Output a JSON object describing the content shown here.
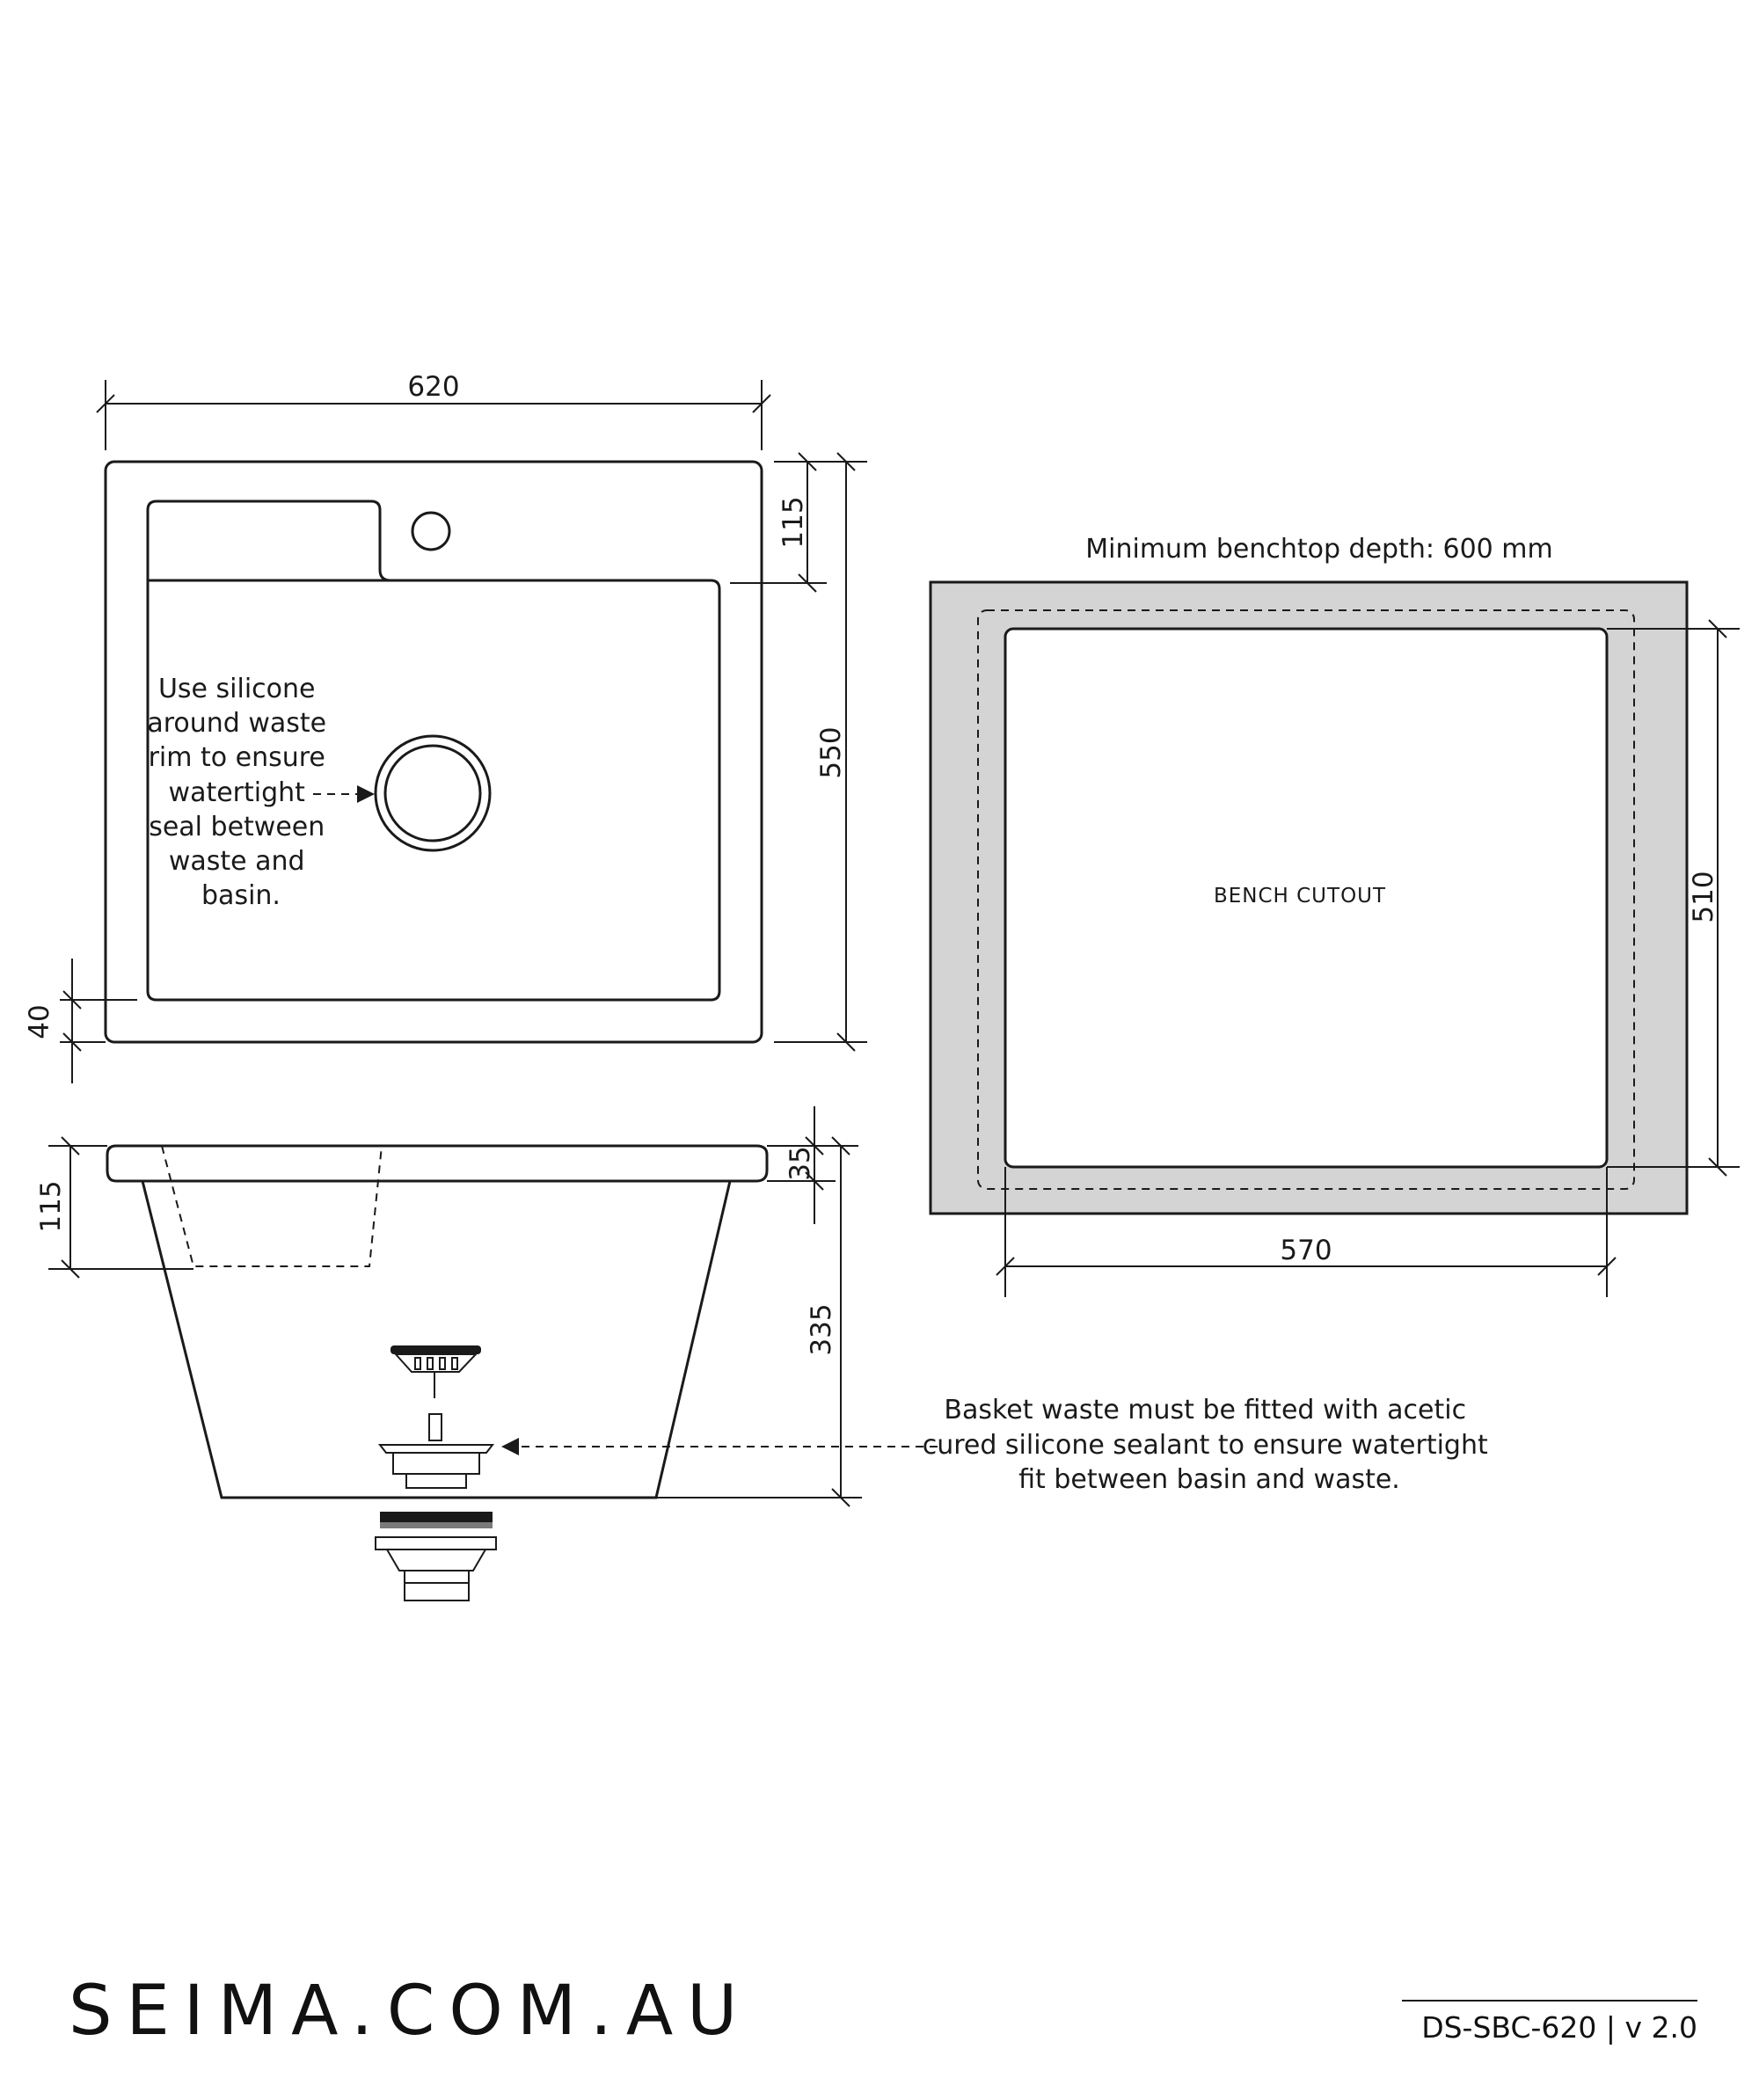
{
  "dimensions": {
    "top_width": "620",
    "top_ledge_depth": "115",
    "top_total_depth": "550",
    "top_front_rim": "40",
    "side_rim_thickness": "35",
    "side_ledge_depth": "115",
    "side_bowl_height": "335",
    "cutout_depth": "510",
    "cutout_width": "570"
  },
  "notes": {
    "silicone_waste": [
      "Use silicone",
      "around waste",
      "rim to ensure",
      "watertight",
      "seal between",
      "waste and",
      "basin."
    ],
    "basket_waste": [
      "Basket waste must be fitted with acetic",
      "cured silicone sealant to ensure watertight",
      "fit between basin and waste."
    ],
    "benchtop_depth": "Minimum benchtop depth: 600 mm",
    "bench_cutout": "BENCH CUTOUT"
  },
  "footer": {
    "brand": "SEIMA.COM.AU",
    "doc_ref": "DS-SBC-620  |  v 2.0"
  },
  "colors": {
    "line": "#1a1a1a",
    "benchtop_fill": "#d4d4d4",
    "background": "#ffffff"
  }
}
